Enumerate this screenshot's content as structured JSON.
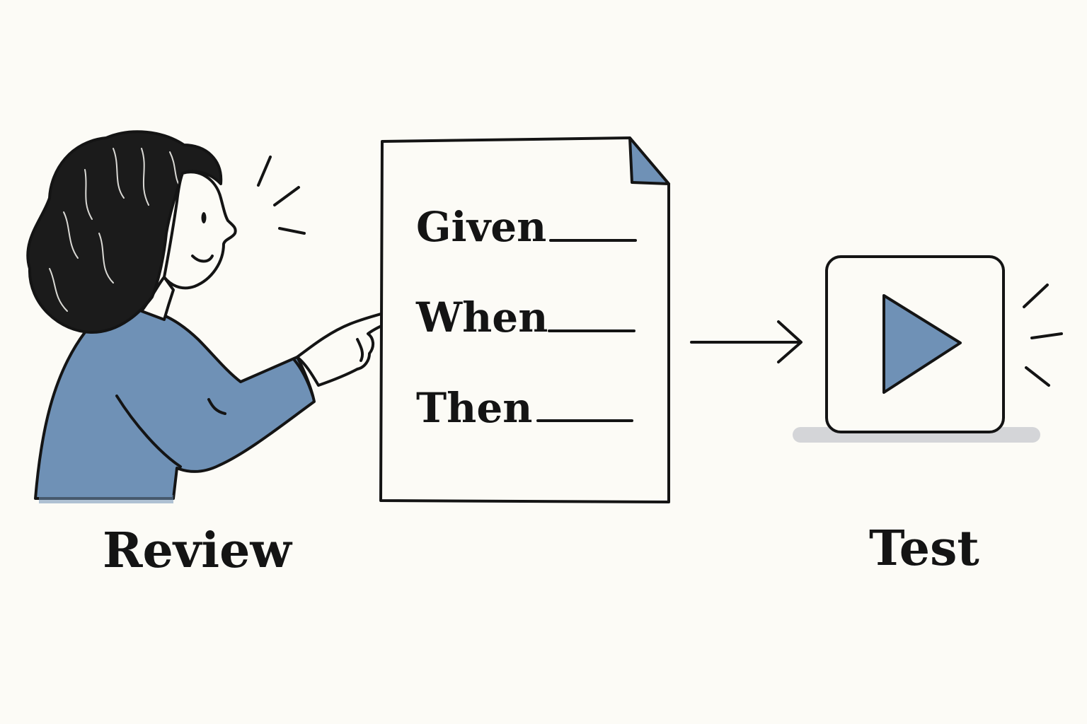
{
  "diagram": {
    "document": {
      "lines": [
        {
          "keyword": "Given"
        },
        {
          "keyword": "When"
        },
        {
          "keyword": "Then"
        }
      ]
    },
    "labels": {
      "review": "Review",
      "test": "Test"
    }
  },
  "colors": {
    "background": "#fcfbf6",
    "ink": "#141414",
    "accent_blue": "#6f91b6"
  },
  "icons": [
    "person-reviewer-icon",
    "document-icon",
    "arrow-right-icon",
    "play-button-icon"
  ]
}
